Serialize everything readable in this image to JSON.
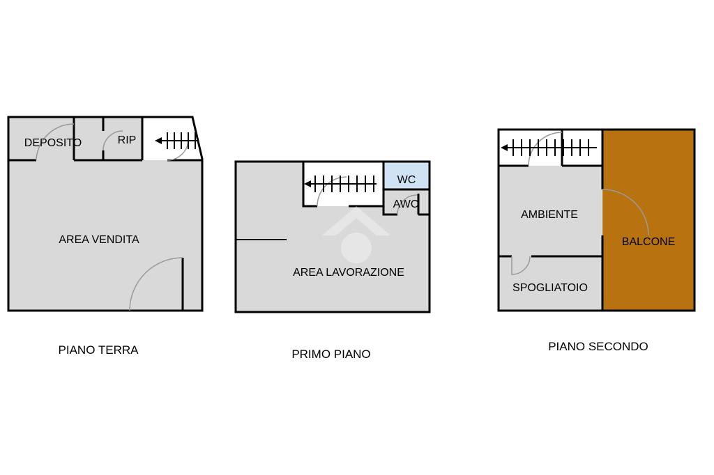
{
  "floors": [
    {
      "title": "PIANO TERRA",
      "rooms": {
        "deposito": "DEPOSITO",
        "rip": "RIP",
        "area_vendita": "AREA VENDITA"
      }
    },
    {
      "title": "PRIMO PIANO",
      "rooms": {
        "wc": "WC",
        "awc": "AWC",
        "area_lavorazione": "AREA LAVORAZIONE"
      }
    },
    {
      "title": "PIANO SECONDO",
      "rooms": {
        "ambiente": "AMBIENTE",
        "balcone": "BALCONE",
        "spogliatoio": "SPOGLIATOIO"
      }
    }
  ],
  "colors": {
    "room_fill": "#d9d9d9",
    "wc_fill": "#cfe3f5",
    "balcone_fill": "#b8720f",
    "wall": "#000000"
  }
}
